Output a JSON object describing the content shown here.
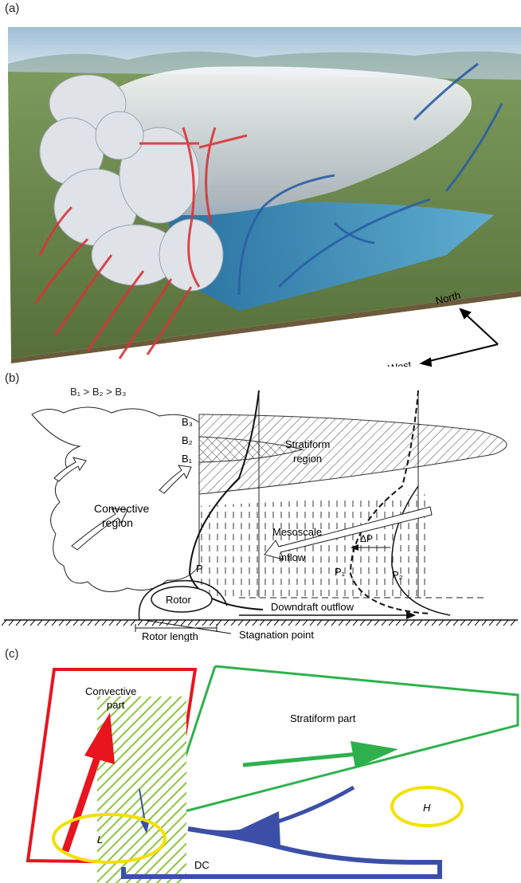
{
  "panels": {
    "a": {
      "label": "(a)",
      "compass_north": "North",
      "compass_west": "West"
    },
    "b": {
      "label": "(b)",
      "inequality": "B₁ > B₂ > B₃",
      "b3": "B₃",
      "b2": "B₂",
      "b1": "B₁",
      "stratiform_l1": "Stratiform",
      "stratiform_l2": "region",
      "convective_l1": "Convective",
      "convective_l2": "region",
      "mesoscale": "Mesoscale",
      "inflow": "inflow",
      "p": "P",
      "p1": "P₁",
      "p2": "P₂",
      "dp": "ΔP",
      "rotor": "Rotor",
      "downdraft": "Downdraft outflow",
      "rotor_length": "Rotor length",
      "stagnation": "Stagnation point"
    },
    "c": {
      "label": "(c)",
      "convective_l1": "Convective",
      "convective_l2": "part",
      "stratiform": "Stratiform part",
      "low": "L",
      "high": "H",
      "dc": "DC"
    }
  },
  "colors": {
    "red": "#e8141e",
    "green": "#2eb14d",
    "blue": "#3c4fa8",
    "yellow": "#f3e000",
    "hatch_green": "#8cc63f",
    "sky": "#bcd3e3",
    "ground": "#6f8e4d",
    "water": "#2f8fc8"
  }
}
